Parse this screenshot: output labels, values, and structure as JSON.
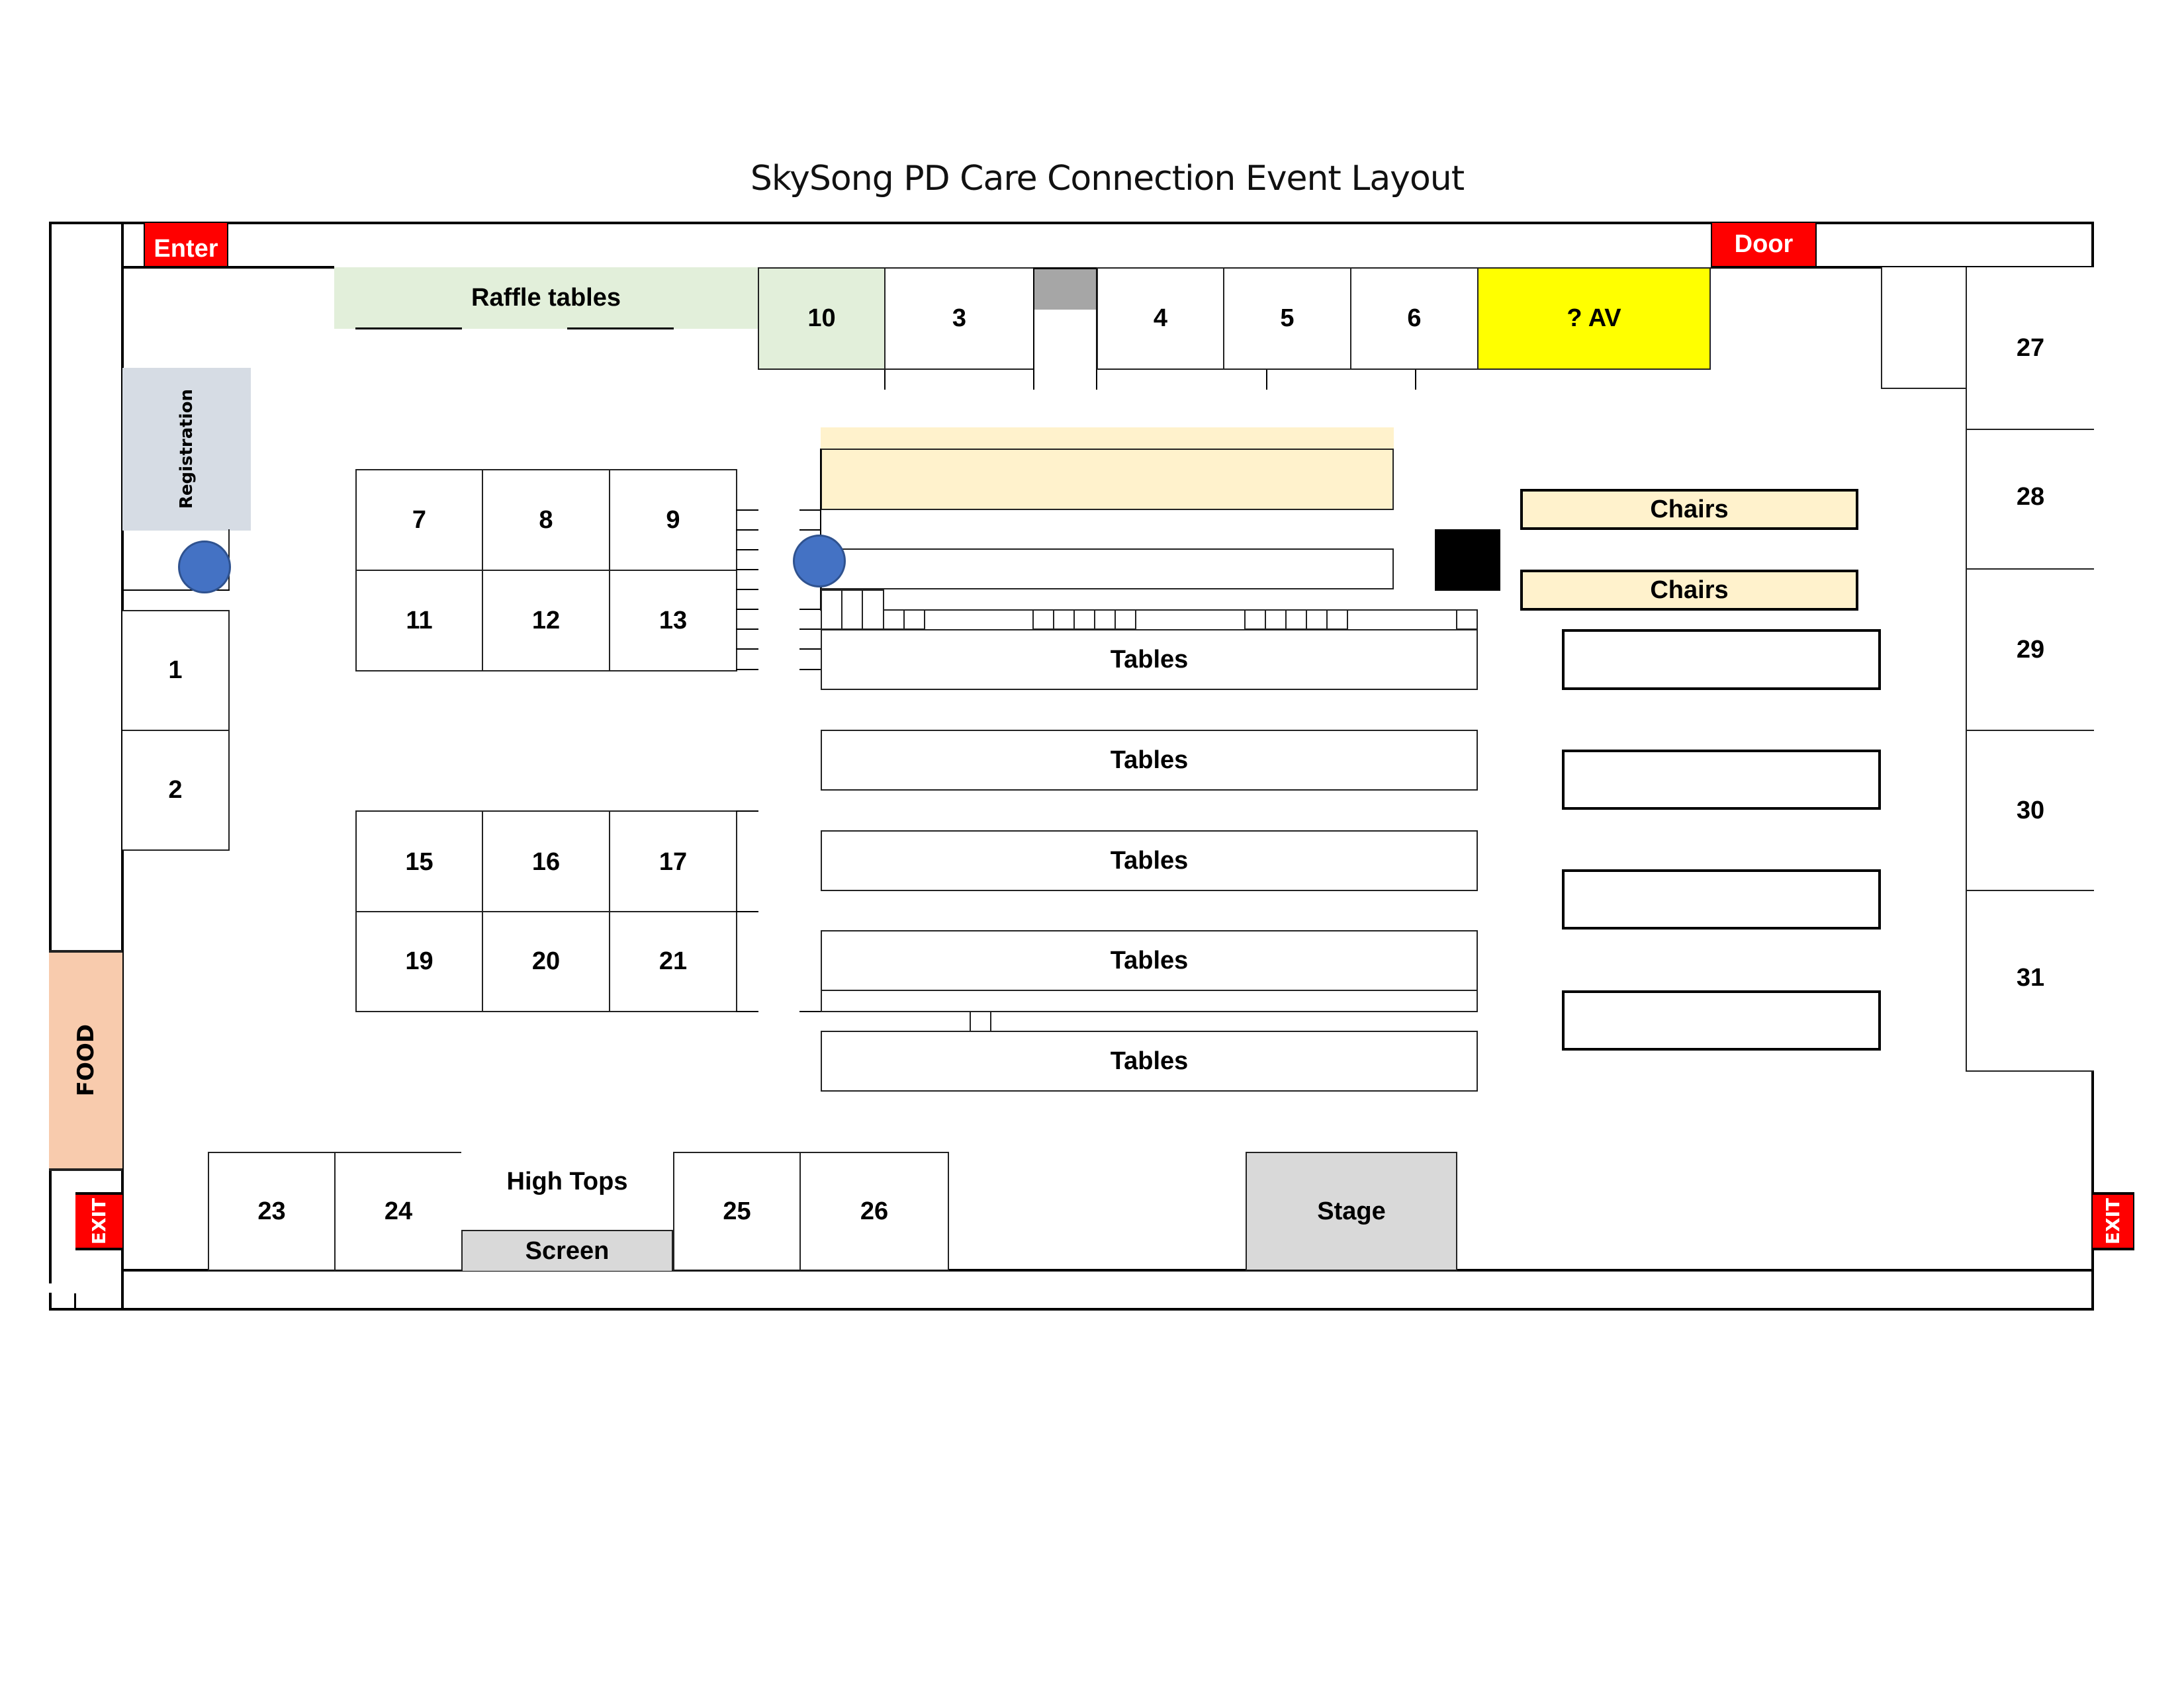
{
  "title": "SkySong PD Care Connection Event Layout",
  "colors": {
    "exit_red": "#ff0000",
    "raffle_green": "#e2efda",
    "av_yellow": "#ffff00",
    "chairs_cream": "#fff2cc",
    "registration_gray": "#d6dce4",
    "food_peach": "#f8cbad",
    "stage_gray": "#d9d9d9",
    "pillar_gray": "#a6a6a6",
    "circle_blue": "#4472c4"
  },
  "doors": {
    "enter": "Enter",
    "door": "Door",
    "exit_left": "EXIT",
    "exit_right": "EXIT"
  },
  "areas": {
    "raffle": "Raffle tables",
    "av": "? AV",
    "registration": "Registration",
    "food": "FOOD",
    "high_tops": "High Tops",
    "screen": "Screen",
    "stage": "Stage",
    "chairs_1": "Chairs",
    "chairs_2": "Chairs"
  },
  "booths": {
    "b1": "1",
    "b2": "2",
    "b3": "3",
    "b4": "4",
    "b5": "5",
    "b6": "6",
    "b7": "7",
    "b8": "8",
    "b9": "9",
    "b10": "10",
    "b11": "11",
    "b12": "12",
    "b13": "13",
    "b15": "15",
    "b16": "16",
    "b17": "17",
    "b19": "19",
    "b20": "20",
    "b21": "21",
    "b23": "23",
    "b24": "24",
    "b25": "25",
    "b26": "26",
    "b27": "27",
    "b28": "28",
    "b29": "29",
    "b30": "30",
    "b31": "31"
  },
  "table_rows": [
    "Tables",
    "Tables",
    "Tables",
    "Tables",
    "Tables"
  ]
}
